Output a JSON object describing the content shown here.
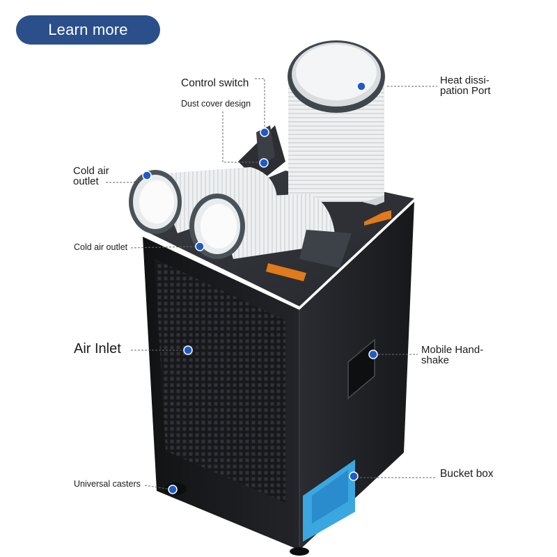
{
  "button": {
    "learn_more": "Learn more"
  },
  "labels": {
    "control_switch": "Control switch",
    "dust_cover": "Dust cover design",
    "heat_port": [
      "Heat dissi-",
      "pation Port"
    ],
    "cold_air_outlet_top": [
      "Cold air",
      "outlet"
    ],
    "cold_air_outlet_bottom": "Cold air outlet",
    "air_inlet": "Air Inlet",
    "mobile_handshake": [
      "Mobile Hand-",
      "shake"
    ],
    "bucket_box": "Bucket box",
    "universal_casters": "Universal casters"
  },
  "colors": {
    "button_bg": "#2a4f8b",
    "cabinet": "#1c1d21",
    "hose": "#e9ecee",
    "collar": "#4a5258",
    "marker": "#1f5bc6",
    "bucket": "#3aa7e0",
    "warning": "#e07a1a"
  }
}
